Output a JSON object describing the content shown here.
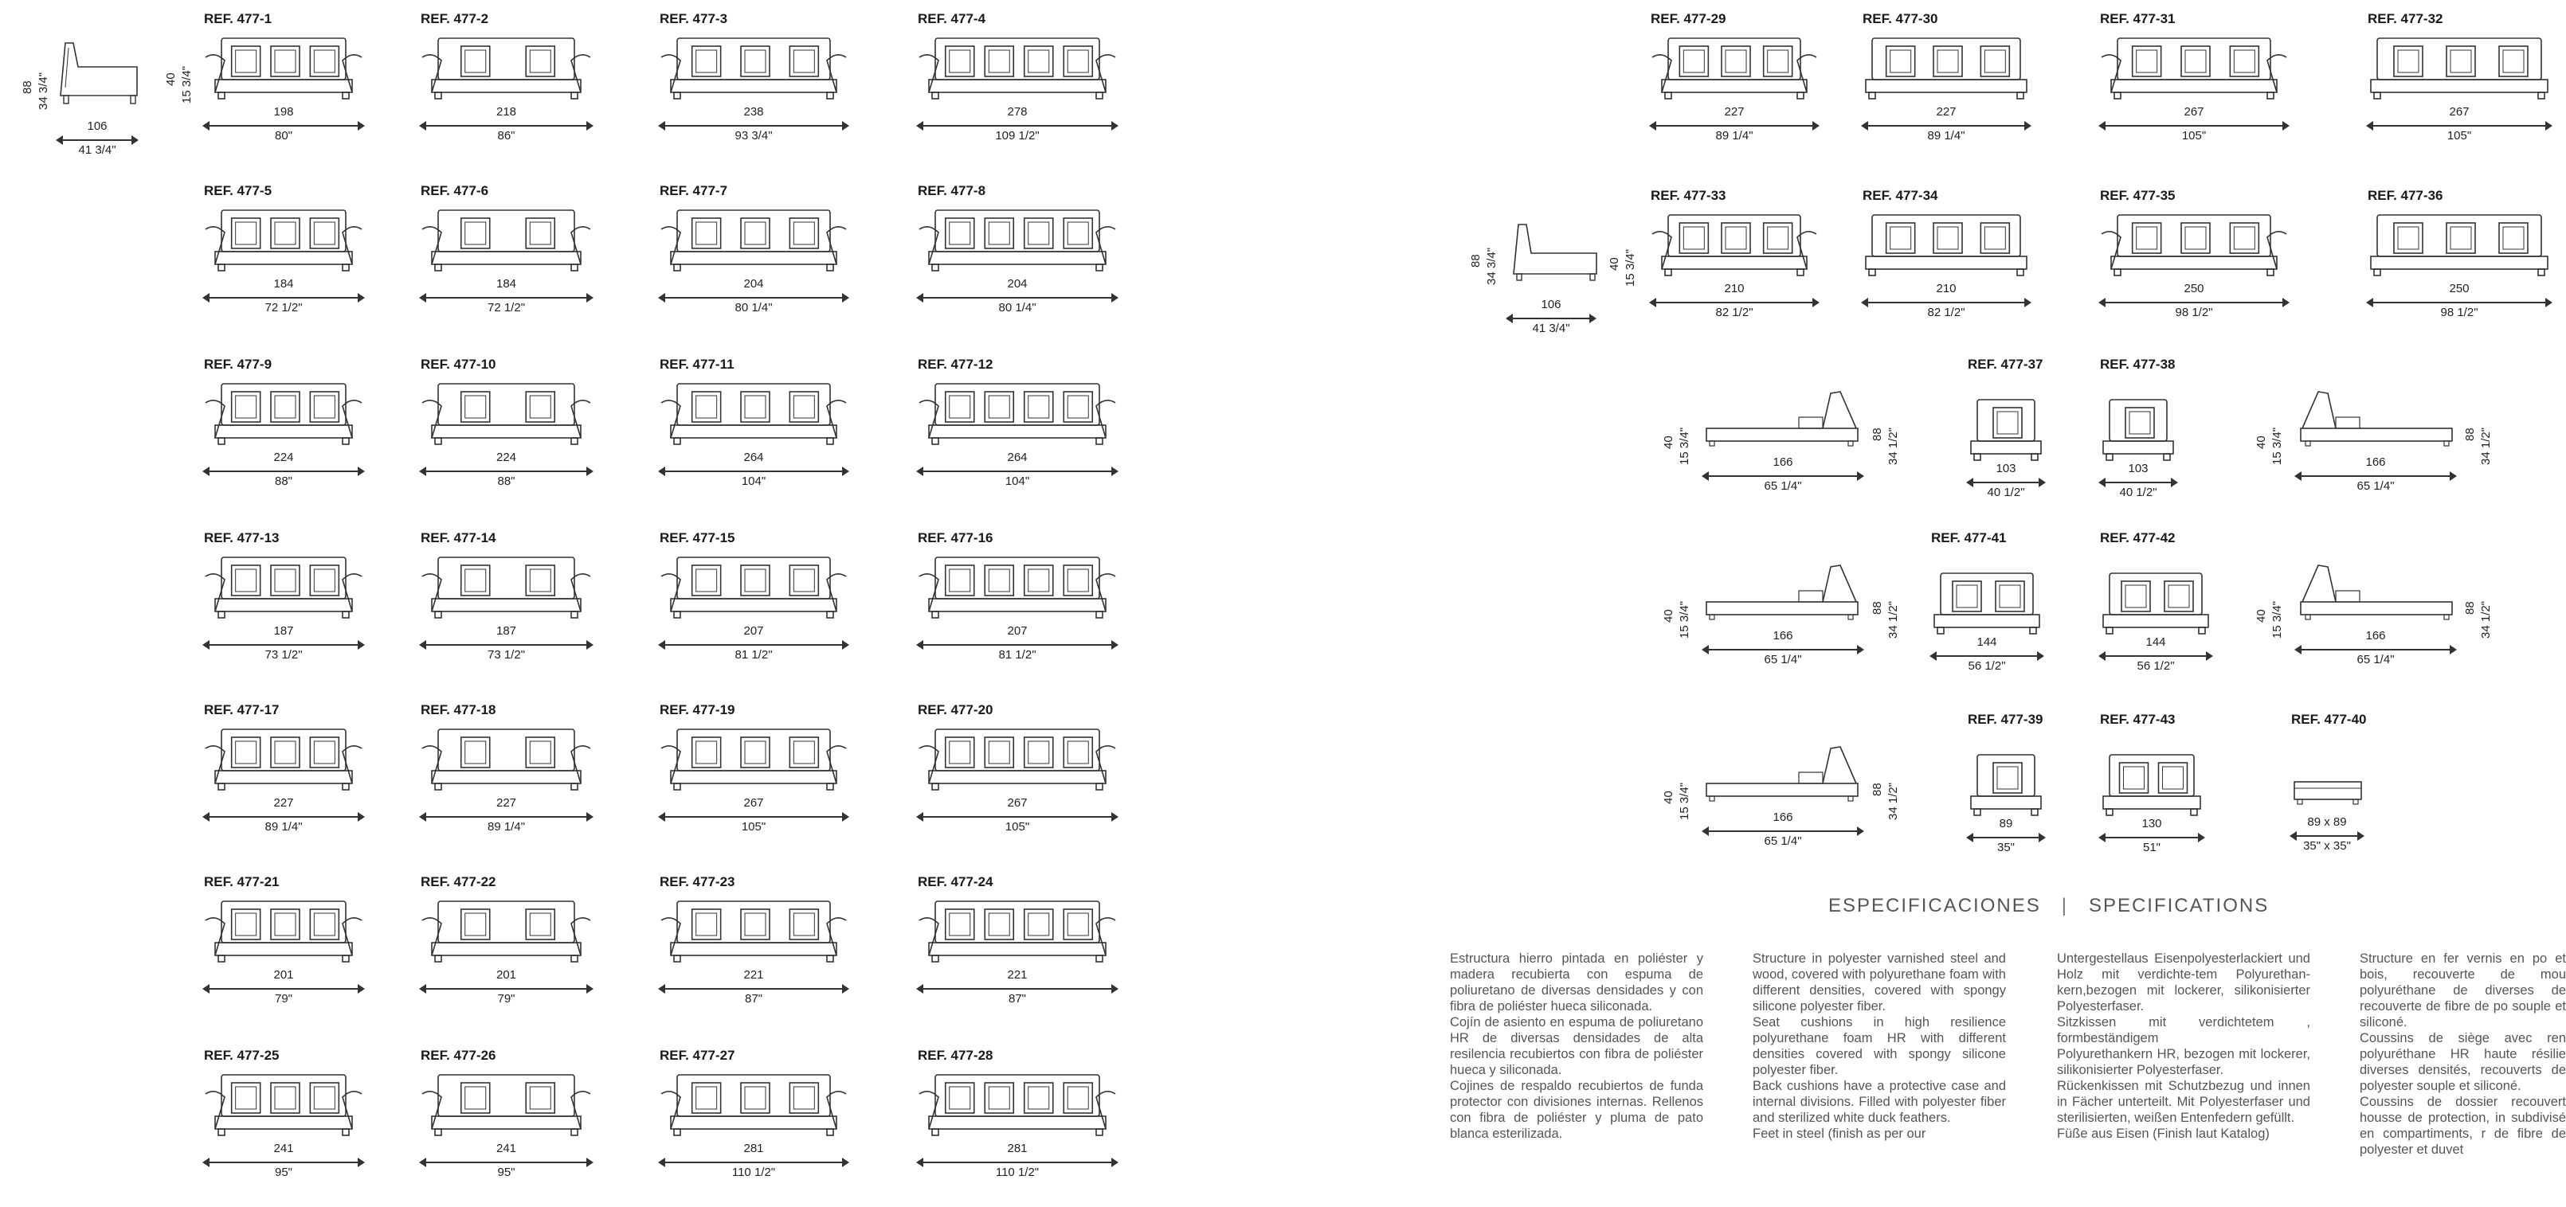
{
  "items_left": [
    {
      "ref": "REF. 477-1",
      "cm": "198",
      "in": "80\""
    },
    {
      "ref": "REF. 477-2",
      "cm": "218",
      "in": "86\""
    },
    {
      "ref": "REF. 477-3",
      "cm": "238",
      "in": "93 3/4\""
    },
    {
      "ref": "REF. 477-4",
      "cm": "278",
      "in": "109 1/2\""
    },
    {
      "ref": "REF. 477-5",
      "cm": "184",
      "in": "72 1/2\""
    },
    {
      "ref": "REF. 477-6",
      "cm": "184",
      "in": "72 1/2\""
    },
    {
      "ref": "REF. 477-7",
      "cm": "204",
      "in": "80 1/4\""
    },
    {
      "ref": "REF. 477-8",
      "cm": "204",
      "in": "80 1/4\""
    },
    {
      "ref": "REF. 477-9",
      "cm": "224",
      "in": "88\""
    },
    {
      "ref": "REF. 477-10",
      "cm": "224",
      "in": "88\""
    },
    {
      "ref": "REF. 477-11",
      "cm": "264",
      "in": "104\""
    },
    {
      "ref": "REF. 477-12",
      "cm": "264",
      "in": "104\""
    },
    {
      "ref": "REF. 477-13",
      "cm": "187",
      "in": "73 1/2\""
    },
    {
      "ref": "REF. 477-14",
      "cm": "187",
      "in": "73 1/2\""
    },
    {
      "ref": "REF. 477-15",
      "cm": "207",
      "in": "81 1/2\""
    },
    {
      "ref": "REF. 477-16",
      "cm": "207",
      "in": "81 1/2\""
    },
    {
      "ref": "REF. 477-17",
      "cm": "227",
      "in": "89 1/4\""
    },
    {
      "ref": "REF. 477-18",
      "cm": "227",
      "in": "89 1/4\""
    },
    {
      "ref": "REF. 477-19",
      "cm": "267",
      "in": "105\""
    },
    {
      "ref": "REF. 477-20",
      "cm": "267",
      "in": "105\""
    },
    {
      "ref": "REF. 477-21",
      "cm": "201",
      "in": "79\""
    },
    {
      "ref": "REF. 477-22",
      "cm": "201",
      "in": "79\""
    },
    {
      "ref": "REF. 477-23",
      "cm": "221",
      "in": "87\""
    },
    {
      "ref": "REF. 477-24",
      "cm": "221",
      "in": "87\""
    },
    {
      "ref": "REF. 477-25",
      "cm": "241",
      "in": "95\""
    },
    {
      "ref": "REF. 477-26",
      "cm": "241",
      "in": "95\""
    },
    {
      "ref": "REF. 477-27",
      "cm": "281",
      "in": "110 1/2\""
    },
    {
      "ref": "REF. 477-28",
      "cm": "281",
      "in": "110 1/2\""
    }
  ],
  "side_left": {
    "height_cm": "88",
    "height_in": "34 3/4\"",
    "depth_cm": "106",
    "depth_in": "41 3/4\"",
    "seat_cm": "40",
    "seat_in": "15 3/4\""
  },
  "items_right": [
    {
      "ref": "REF. 477-29",
      "cm": "227",
      "in": "89 1/4\""
    },
    {
      "ref": "REF. 477-30",
      "cm": "227",
      "in": "89 1/4\""
    },
    {
      "ref": "REF. 477-31",
      "cm": "267",
      "in": "105\""
    },
    {
      "ref": "REF. 477-32",
      "cm": "267",
      "in": "105\""
    },
    {
      "ref": "REF. 477-33",
      "cm": "210",
      "in": "82 1/2\""
    },
    {
      "ref": "REF. 477-34",
      "cm": "210",
      "in": "82 1/2\""
    },
    {
      "ref": "REF. 477-35",
      "cm": "250",
      "in": "98 1/2\""
    },
    {
      "ref": "REF. 477-36",
      "cm": "250",
      "in": "98 1/2\""
    }
  ],
  "side_right": {
    "height_cm": "88",
    "height_in": "34 3/4\"",
    "depth_cm": "106",
    "depth_in": "41 3/4\"",
    "seat_cm": "40",
    "seat_in": "15 3/4\""
  },
  "row3": [
    {
      "ref": "",
      "cm": "166",
      "in": "65 1/4\""
    },
    {
      "ref": "REF. 477-37",
      "cm": "103",
      "in": "40 1/2\""
    },
    {
      "ref": "REF. 477-38",
      "cm": "103",
      "in": "40 1/2\""
    },
    {
      "ref": "",
      "cm": "166",
      "in": "65 1/4\""
    }
  ],
  "row4": [
    {
      "ref": "",
      "cm": "166",
      "in": "65 1/4\""
    },
    {
      "ref": "REF. 477-41",
      "cm": "144",
      "in": "56 1/2\""
    },
    {
      "ref": "REF. 477-42",
      "cm": "144",
      "in": "56 1/2\""
    },
    {
      "ref": "",
      "cm": "166",
      "in": "65 1/4\""
    }
  ],
  "row5": [
    {
      "ref": "",
      "cm": "166",
      "in": "65 1/4\""
    },
    {
      "ref": "REF. 477-39",
      "cm": "89",
      "in": "35\""
    },
    {
      "ref": "REF. 477-43",
      "cm": "130",
      "in": "51\""
    },
    {
      "ref": "REF. 477-40",
      "cm": "89 x 89",
      "in": "35\" x 35\""
    }
  ],
  "chaise_dims": {
    "height_cm": "88",
    "height_in": "34 1/2\"",
    "seat_cm": "40",
    "seat_in": "15 3/4\""
  },
  "heading": {
    "left": "ESPECIFICACIONES",
    "sep": "|",
    "right": "SPECIFICATIONS"
  },
  "specs": {
    "es": [
      "Estructura hierro pintada en poliéster y madera recubierta con espuma de poliuretano de diversas densidades y con fibra de poliéster hueca siliconada.",
      "Cojín de asiento en espuma de poliuretano HR de diversas densidades de alta resilencia recubiertos con fibra de poliéster hueca y siliconada.",
      "Cojines de respaldo recubiertos de funda protector con divisiones internas. Rellenos con fibra de poliéster y pluma de pato blanca esterilizada."
    ],
    "en": [
      "Structure in polyester varnished steel and wood, covered with polyurethane foam with different densities, covered with spongy silicone polyester fiber.",
      "Seat cushions in high resilience polyurethane foam HR with different densities covered with spongy silicone polyester fiber.",
      "Back cushions have a protective case and internal divisions. Filled with polyester fiber and sterilized white duck feathers.",
      "Feet in steel (finish as per our"
    ],
    "de": [
      "Untergestellaus Eisenpolyesterlackiert und Holz mit verdichte-tem Polyurethan-kern,bezogen mit lockerer, silikonisierter Polyesterfaser.",
      "Sitzkissen mit verdichtetem , formbeständigem",
      "Polyurethankern HR, bezogen mit lockerer, silikonisierter Polyesterfaser.",
      "Rückenkissen mit Schutzbezug und innen in Fächer unterteilt. Mit Polyesterfaser und sterilisierten, weißen Entenfedern gefüllt.",
      "Füße aus Eisen (Finish laut Katalog)"
    ],
    "fr": [
      "Structure en fer vernis en po et bois, recouverte de mou polyuréthane de diverses de recouverte de fibre de po souple et siliconé.",
      "Coussins de siège avec ren polyuréthane HR haute résilie diverses densités, recouverts de polyester souple et siliconé.",
      "Coussins de dossier recouvert housse de protection, in subdivisé en compartiments, r de fibre de polyester et duvet"
    ]
  }
}
